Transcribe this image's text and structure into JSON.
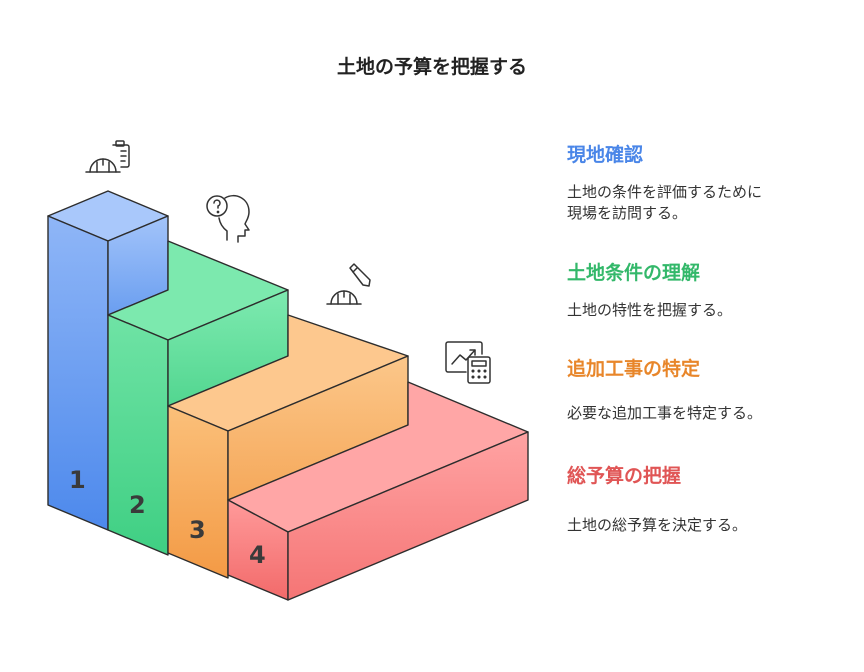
{
  "title": "土地の予算を把握する",
  "steps": [
    {
      "number": "1",
      "title": "現地確認",
      "description": "土地の条件を評価するために現場を訪問する。",
      "color": "#4a86e8",
      "icon": "hardhat-clipboard-icon"
    },
    {
      "number": "2",
      "title": "土地条件の理解",
      "description": "土地の特性を把握する。",
      "color": "#33b86a",
      "icon": "thinking-head-icon"
    },
    {
      "number": "3",
      "title": "追加工事の特定",
      "description": "必要な追加工事を特定する。",
      "color": "#e8862a",
      "icon": "hardhat-pencil-icon"
    },
    {
      "number": "4",
      "title": "総予算の把握",
      "description": "土地の総予算を決定する。",
      "color": "#e05555",
      "icon": "chart-calculator-icon"
    }
  ]
}
